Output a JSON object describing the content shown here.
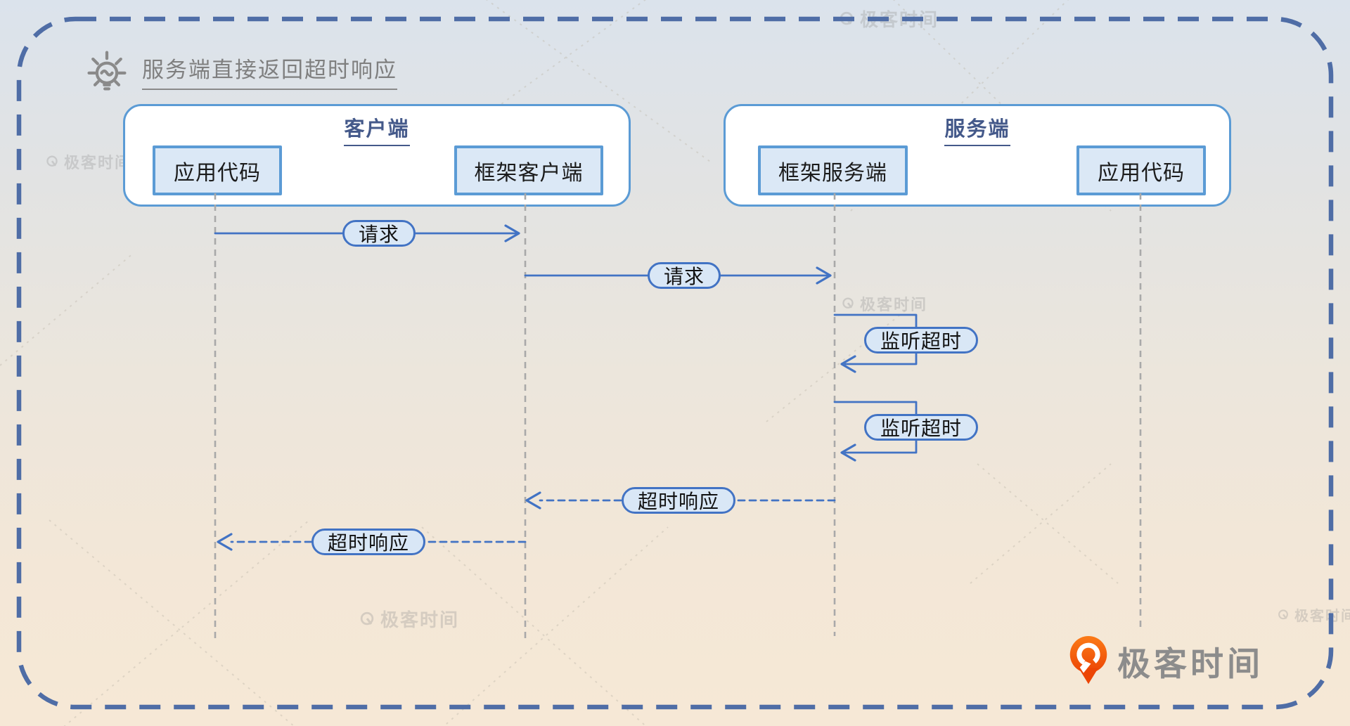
{
  "title": {
    "text": "服务端直接返回超时响应"
  },
  "participants": {
    "client": {
      "label": "客户端",
      "boxes": [
        {
          "label": "应用代码"
        },
        {
          "label": "框架客户端"
        }
      ]
    },
    "server": {
      "label": "服务端",
      "boxes": [
        {
          "label": "框架服务端"
        },
        {
          "label": "应用代码"
        }
      ]
    }
  },
  "messages": [
    {
      "label": "请求",
      "from": "应用代码(客户端)",
      "to": "框架客户端",
      "style": "solid"
    },
    {
      "label": "请求",
      "from": "框架客户端",
      "to": "框架服务端",
      "style": "solid"
    },
    {
      "label": "监听超时",
      "from": "框架服务端",
      "to": "框架服务端",
      "style": "self-loop"
    },
    {
      "label": "监听超时",
      "from": "框架服务端",
      "to": "框架服务端",
      "style": "self-loop"
    },
    {
      "label": "超时响应",
      "from": "框架服务端",
      "to": "框架客户端",
      "style": "dashed"
    },
    {
      "label": "超时响应",
      "from": "框架客户端",
      "to": "应用代码(客户端)",
      "style": "dashed"
    }
  ],
  "watermark": {
    "text": "极客时间"
  },
  "logo": {
    "text": "极客时间"
  },
  "colors": {
    "accent_blue": "#4273c4",
    "box_border": "#5b9bd5",
    "box_fill": "#dbe8f6",
    "outer_border": "#4f6da6",
    "lifeline": "#a9a9a9",
    "logo_orange": "#f2570f",
    "grey_text": "#7f7f7f"
  }
}
